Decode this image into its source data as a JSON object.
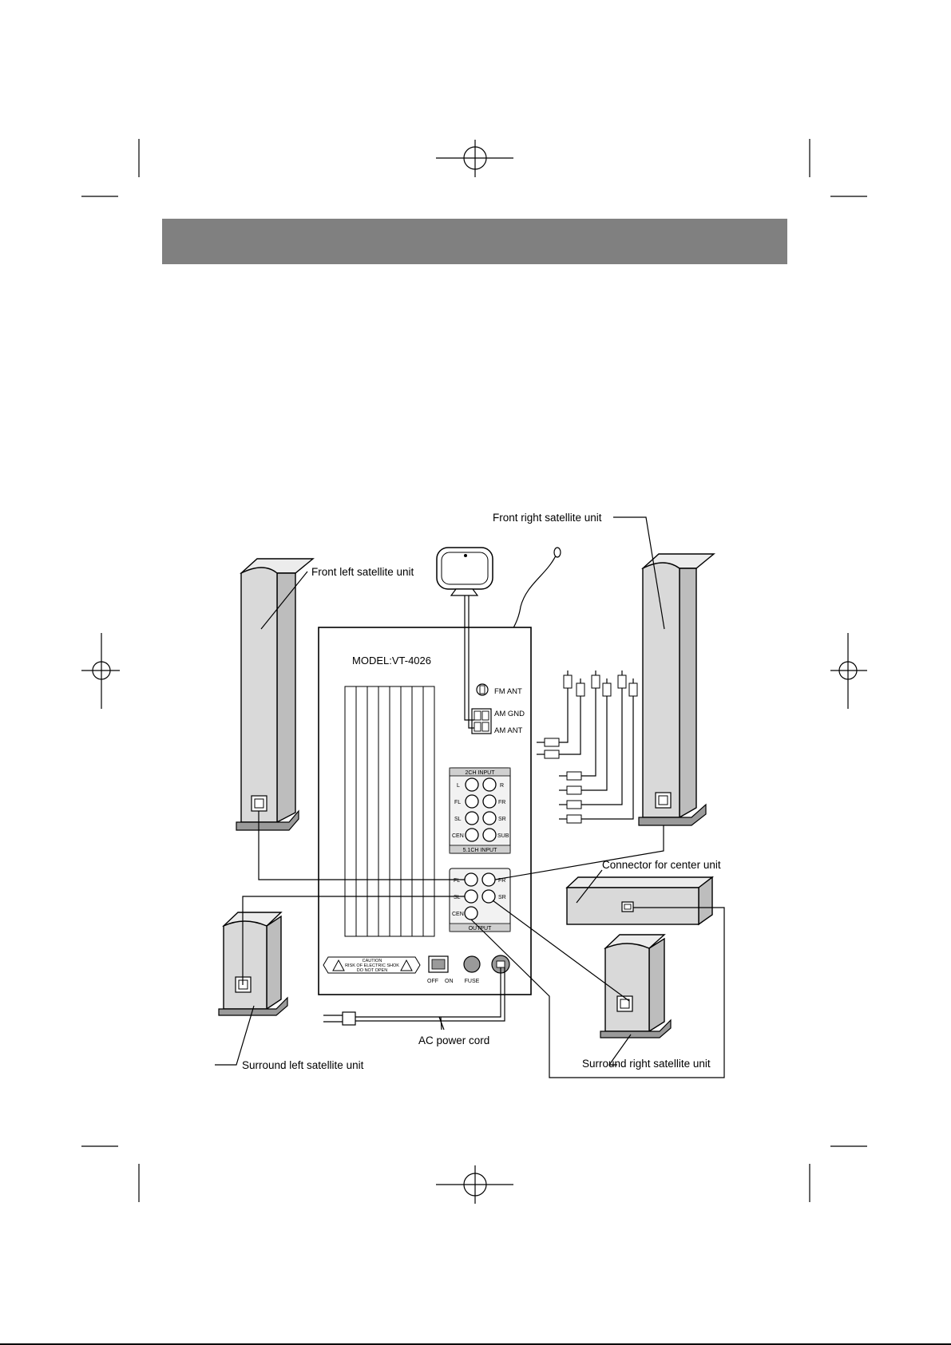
{
  "diagram": {
    "labels": {
      "front_left": "Front left satellite unit",
      "front_right": "Front right satellite unit",
      "connector_center": "Connector for center unit",
      "surround_left": "Surround left satellite unit",
      "surround_right": "Surround right satellite unit",
      "ac_power_cord": "AC power cord"
    },
    "panel": {
      "model": "MODEL:VT-4026",
      "fm_ant": "FM ANT",
      "am_gnd": "AM GND",
      "am_ant": "AM ANT",
      "input_2ch": "2CH INPUT",
      "input_51ch": "5.1CH INPUT",
      "output": "OUTPUT",
      "jack_l": "L",
      "jack_r": "R",
      "jack_fl": "FL",
      "jack_fr": "FR",
      "jack_sl": "SL",
      "jack_sr": "SR",
      "jack_cen": "CEN",
      "jack_sub": "SUB",
      "switch_off": "OFF",
      "switch_on": "ON",
      "fuse": "FUSE",
      "caution_title": "CAUTION",
      "caution_line1": "RISK OF ELECTRIC SHOK",
      "caution_line2": "DO NOT OPEN"
    }
  }
}
